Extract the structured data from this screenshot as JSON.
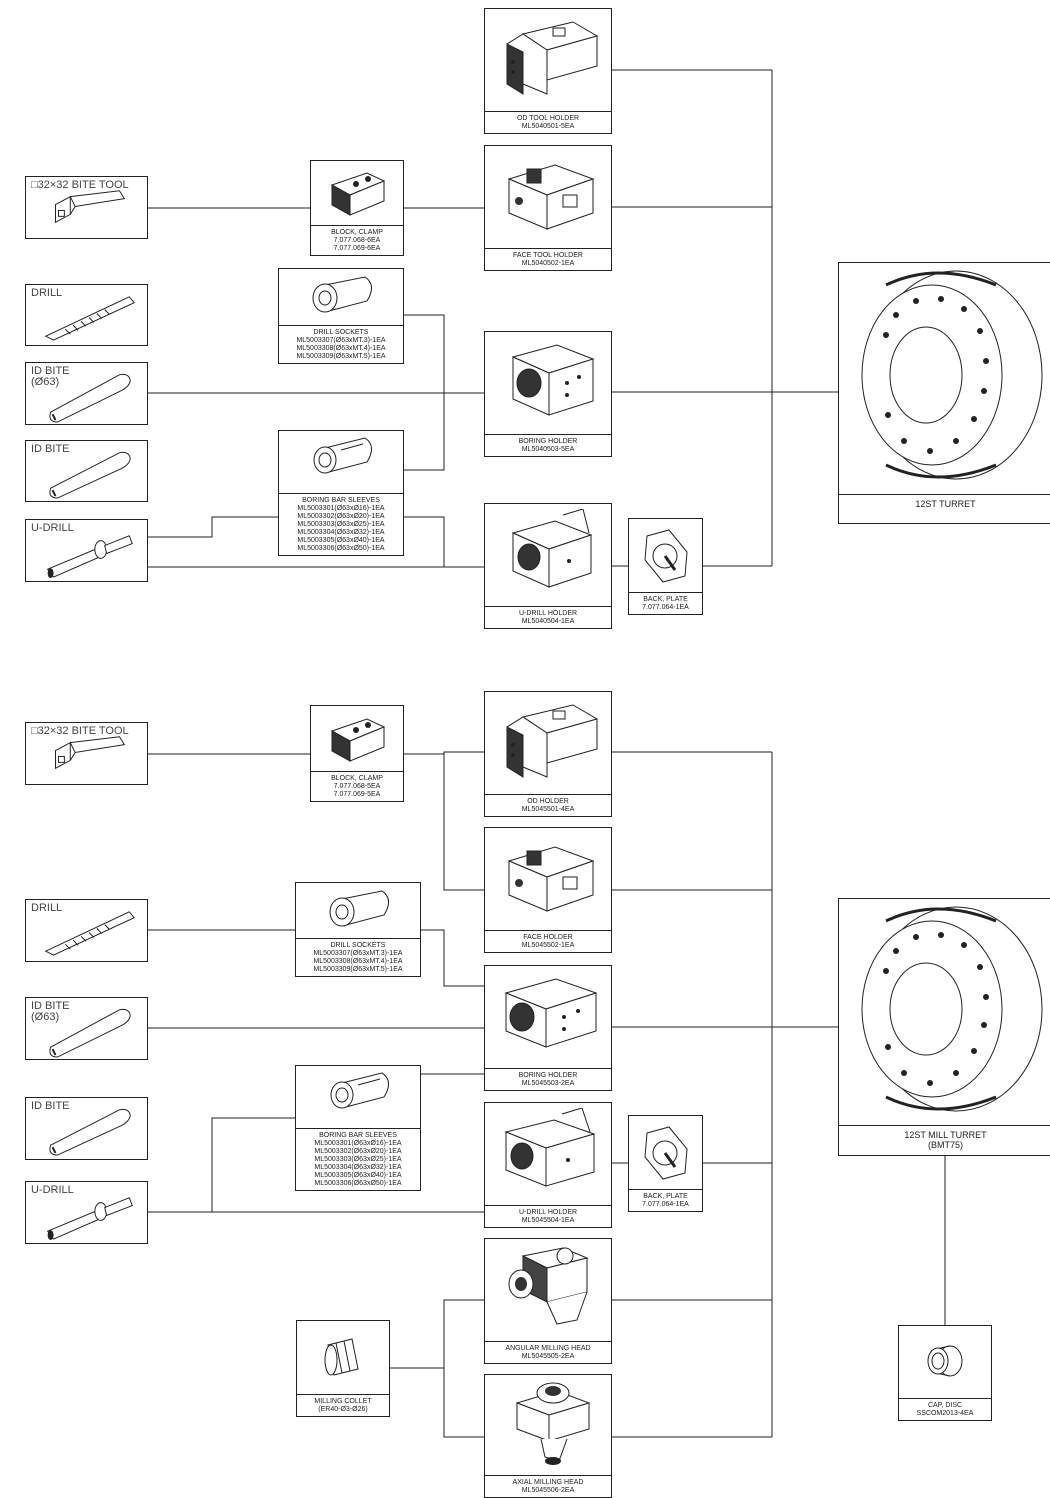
{
  "colors": {
    "line": "#222222",
    "fill": "#ffffff",
    "shade": "#555555"
  },
  "top_assembly": {
    "tools": [
      {
        "id": "t_bite",
        "label": "□32×32 BITE TOOL",
        "icon": "bite-tool-icon"
      },
      {
        "id": "t_drill",
        "label": "DRILL",
        "icon": "drill-icon"
      },
      {
        "id": "t_idbite63",
        "label": "ID BITE\n(Ø63)",
        "icon": "id-bite-icon"
      },
      {
        "id": "t_idbite",
        "label": "ID BITE",
        "icon": "id-bite-icon"
      },
      {
        "id": "t_udrill",
        "label": "U-DRILL",
        "icon": "u-drill-icon"
      }
    ],
    "accessories": [
      {
        "id": "a_block",
        "lines": [
          "BLOCK, CLAMP",
          "7.077.068-6EA",
          "7.077.069-6EA"
        ],
        "icon": "clamp-block-icon"
      },
      {
        "id": "a_sockets",
        "lines": [
          "DRILL SOCKETS",
          "ML5003307(Ø63xMT.3)-1EA",
          "ML5003308(Ø63xMT.4)-1EA",
          "ML5003309(Ø63xMT.5)-1EA"
        ],
        "icon": "drill-socket-icon"
      },
      {
        "id": "a_sleeves",
        "lines": [
          "BORING BAR SLEEVES",
          "ML5003301(Ø63xØ16)-1EA",
          "ML5003302(Ø63xØ20)-1EA",
          "ML5003303(Ø63xØ25)-1EA",
          "ML5003304(Ø63xØ32)-1EA",
          "ML5003305(Ø63xØ40)-1EA",
          "ML5003306(Ø63xØ50)-1EA"
        ],
        "icon": "sleeve-icon"
      },
      {
        "id": "a_backplate",
        "lines": [
          "BACK, PLATE",
          "7.077.064-1EA"
        ],
        "icon": "back-plate-icon"
      }
    ],
    "holders": [
      {
        "id": "h_od",
        "lines": [
          "OD TOOL HOLDER",
          "ML5040501-5EA"
        ],
        "icon": "od-holder-icon"
      },
      {
        "id": "h_face",
        "lines": [
          "FACE TOOL HOLDER",
          "ML5040502-1EA"
        ],
        "icon": "face-holder-icon"
      },
      {
        "id": "h_boring",
        "lines": [
          "BORING HOLDER",
          "ML5040503-5EA"
        ],
        "icon": "boring-holder-icon"
      },
      {
        "id": "h_udrill",
        "lines": [
          "U-DRILL HOLDER",
          "ML5040504-1EA"
        ],
        "icon": "udrill-holder-icon"
      }
    ],
    "turret": {
      "lines": [
        "12ST TURRET"
      ],
      "icon": "turret-icon"
    }
  },
  "bottom_assembly": {
    "tools": [
      {
        "id": "t_bite",
        "label": "□32×32 BITE TOOL",
        "icon": "bite-tool-icon"
      },
      {
        "id": "t_drill",
        "label": "DRILL",
        "icon": "drill-icon"
      },
      {
        "id": "t_idbite63",
        "label": "ID BITE\n(Ø63)",
        "icon": "id-bite-icon"
      },
      {
        "id": "t_idbite",
        "label": "ID BITE",
        "icon": "id-bite-icon"
      },
      {
        "id": "t_udrill",
        "label": "U-DRILL",
        "icon": "u-drill-icon"
      }
    ],
    "accessories": [
      {
        "id": "a_block",
        "lines": [
          "BLOCK, CLAMP",
          "7.077.068-5EA",
          "7.077.069-5EA"
        ],
        "icon": "clamp-block-icon"
      },
      {
        "id": "a_sockets",
        "lines": [
          "DRILL SOCKETS",
          "ML5003307(Ø63xMT.3)-1EA",
          "ML5003308(Ø63xMT.4)-1EA",
          "ML5003309(Ø63xMT.5)-1EA"
        ],
        "icon": "drill-socket-icon"
      },
      {
        "id": "a_sleeves",
        "lines": [
          "BORING BAR SLEEVES",
          "ML5003301(Ø63xØ16)-1EA",
          "ML5003302(Ø63xØ20)-1EA",
          "ML5003303(Ø63xØ25)-1EA",
          "ML5003304(Ø63xØ32)-1EA",
          "ML5003305(Ø63xØ40)-1EA",
          "ML5003306(Ø63xØ50)-1EA"
        ],
        "icon": "sleeve-icon"
      },
      {
        "id": "a_backplate",
        "lines": [
          "BACK, PLATE",
          "7.077.064-1EA"
        ],
        "icon": "back-plate-icon"
      },
      {
        "id": "a_collet",
        "lines": [
          "MILLING COLLET",
          "(ER40-Ø3-Ø26)"
        ],
        "icon": "collet-icon"
      }
    ],
    "holders": [
      {
        "id": "h_od",
        "lines": [
          "OD HOLDER",
          "ML5045501-4EA"
        ],
        "icon": "od-holder-icon"
      },
      {
        "id": "h_face",
        "lines": [
          "FACE HOLDER",
          "ML5045502-1EA"
        ],
        "icon": "face-holder-icon"
      },
      {
        "id": "h_boring",
        "lines": [
          "BORING HOLDER",
          "ML5045503-2EA"
        ],
        "icon": "boring-holder-icon"
      },
      {
        "id": "h_udrill",
        "lines": [
          "U-DRILL HOLDER",
          "ML5045504-1EA"
        ],
        "icon": "udrill-holder-icon"
      },
      {
        "id": "h_angular",
        "lines": [
          "ANGULAR MILLING HEAD",
          "ML5045505-2EA"
        ],
        "icon": "angular-head-icon"
      },
      {
        "id": "h_axial",
        "lines": [
          "AXIAL MILLING HEAD",
          "ML5045506-2EA"
        ],
        "icon": "axial-head-icon"
      }
    ],
    "turret": {
      "lines": [
        "12ST MILL TURRET",
        "(BMT75)"
      ],
      "icon": "mill-turret-icon"
    },
    "cap": {
      "lines": [
        "CAP, DISC",
        "SSCOM2013-4EA"
      ],
      "icon": "cap-disc-icon"
    }
  }
}
